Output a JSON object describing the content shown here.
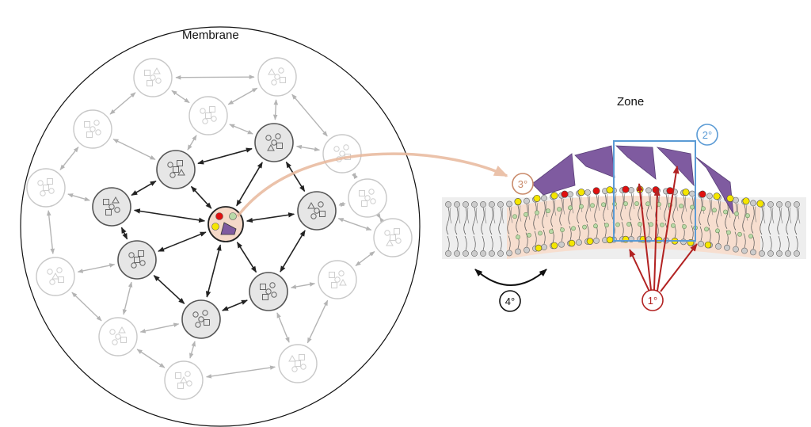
{
  "membrane": {
    "title": "Membrane"
  },
  "zone": {
    "title": "Zone"
  },
  "labels": {
    "primary": "1°",
    "secondary": "2°",
    "tertiary": "3°",
    "quaternary": "4°"
  },
  "colors": {
    "faded_stroke": "#c8c8c8",
    "active_stroke": "#555555",
    "active_fill": "#e6e6e6",
    "center_fill": "#f5d9c8",
    "protein": "#7f5ba0",
    "lipid_red": "#e01010",
    "lipid_yellow": "#f5e600",
    "lipid_green": "#b9d9a8",
    "label_1": "#b22222",
    "label_2": "#5b9bd5",
    "label_3": "#c98a6a",
    "label_4": "#111111",
    "zone_tint": "#f7dccb"
  }
}
